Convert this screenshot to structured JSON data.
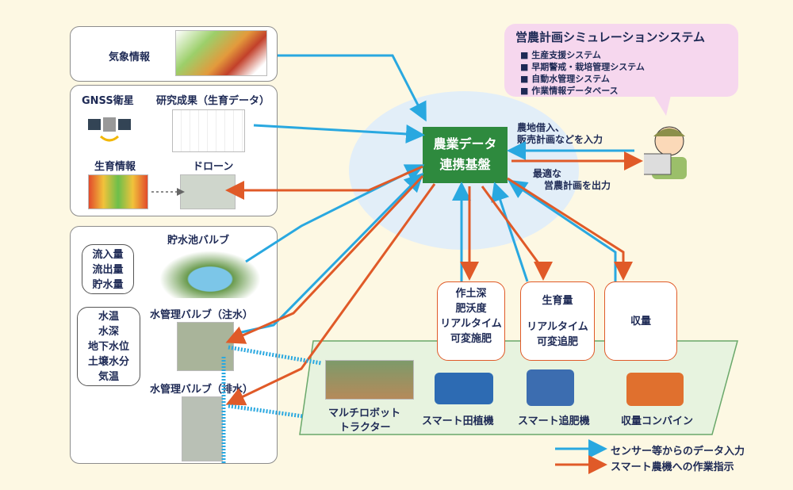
{
  "hub": {
    "line1": "農業データ",
    "line2": "連携基盤"
  },
  "weather": {
    "label": "気象情報"
  },
  "research": {
    "gnss": "GNSS衛星",
    "results": "研究成果（生育データ）",
    "growth_info": "生育情報",
    "drone": "ドローン"
  },
  "reservoir": {
    "label": "貯水池バルブ",
    "measures": [
      "流入量",
      "流出量",
      "貯水量"
    ]
  },
  "valve_in": {
    "label": "水管理バルブ（注水）",
    "measures": [
      "水温",
      "水深",
      "地下水位",
      "土壌水分",
      "気温"
    ]
  },
  "valve_out": {
    "label": "水管理バルブ（排水）"
  },
  "system": {
    "title": "営農計画シミュレーションシステム",
    "items": [
      "生産支援システム",
      "早期警戒・栽培管理システム",
      "自動水管理システム",
      "作業情報データベース"
    ]
  },
  "farmer": {
    "input_line1": "農地借入、",
    "input_line2": "販売計画などを入力",
    "output_line1": "最適な",
    "output_line2": "営農計画を出力"
  },
  "machines": {
    "tractor": {
      "line1": "マルチロボット",
      "line2": "トラクター"
    },
    "planter": {
      "label": "スマート田植機",
      "bubble": [
        "作土深",
        "肥沃度",
        "リアルタイム",
        "可変施肥"
      ]
    },
    "fertilizer": {
      "label": "スマート追肥機",
      "bubble": [
        "生育量",
        "リアルタイム",
        "可変追肥"
      ]
    },
    "combine": {
      "label": "収量コンバイン",
      "bubble": [
        "収量"
      ]
    }
  },
  "legend": {
    "sensor": "センサー等からのデータ入力",
    "instruction": "スマート農機への作業指示"
  },
  "colors": {
    "sensor": "#29a8e0",
    "instruction": "#e05a28",
    "hub": "#2e8a3e"
  }
}
